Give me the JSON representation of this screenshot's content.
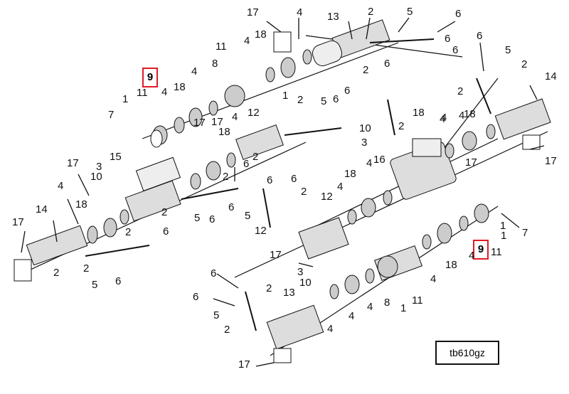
{
  "figure_code": "tb610gz",
  "highlighted_callout": "9",
  "colors": {
    "highlight": "#e01b24",
    "ink": "#111111"
  },
  "callouts": [
    "17",
    "4",
    "13",
    "2",
    "5",
    "6",
    "6",
    "18",
    "11",
    "4",
    "2",
    "6",
    "6",
    "5",
    "2",
    "9",
    "4",
    "8",
    "18",
    "11",
    "1",
    "1",
    "2",
    "2",
    "5",
    "6",
    "7",
    "4",
    "18",
    "4",
    "12",
    "17",
    "18",
    "6",
    "6",
    "2",
    "10",
    "3",
    "4",
    "18",
    "4",
    "17",
    "15",
    "16",
    "6",
    "14",
    "3",
    "10",
    "2",
    "2",
    "6",
    "17",
    "4",
    "17",
    "18",
    "5",
    "6",
    "17",
    "2",
    "6",
    "14",
    "12",
    "4",
    "2",
    "5",
    "6",
    "4",
    "18",
    "4",
    "2",
    "17",
    "7",
    "9",
    "1",
    "11",
    "6",
    "12",
    "2",
    "17",
    "3",
    "18",
    "1",
    "4",
    "10",
    "4",
    "4",
    "8",
    "1",
    "11",
    "6",
    "2",
    "13",
    "6",
    "5",
    "2",
    "4",
    "17",
    "2",
    "5",
    "6",
    "4"
  ]
}
